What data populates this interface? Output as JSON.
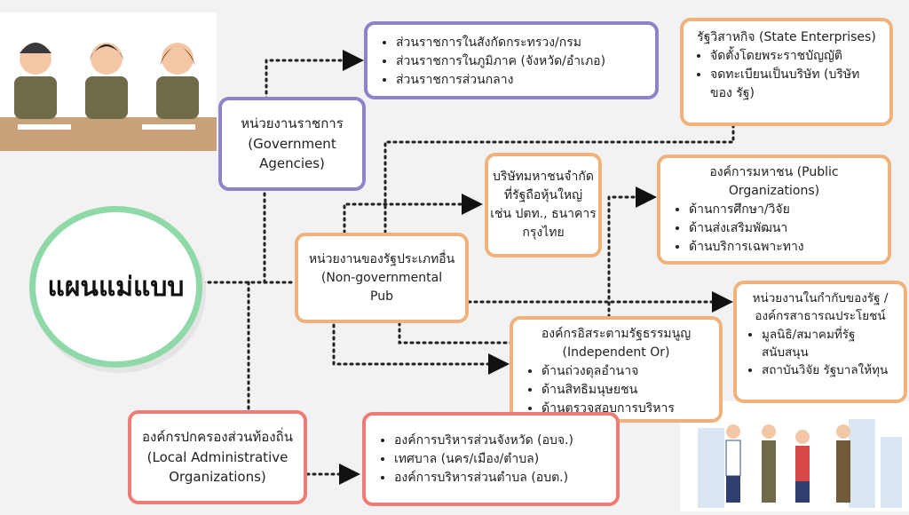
{
  "root": {
    "label": "แผนแม่แบบ"
  },
  "gov": {
    "title": [
      "หน่วยงานราชการ",
      "(Government",
      "Agencies)"
    ],
    "items": [
      "ส่วนราชการในสังกัดกระทรวง/กรม",
      "ส่วนราชการในภูมิภาค (จังหวัด/อำเภอ)",
      "ส่วนราชการส่วนกลาง"
    ]
  },
  "state_enterprises": {
    "title": "รัฐวิสาหกิจ (State Enterprises)",
    "items": [
      "จัดตั้งโดยพระราชบัญญัติ",
      "จดทะเบียนเป็นบริษัท (บริษัทของ รัฐ)"
    ]
  },
  "other": {
    "title": [
      "หน่วยงานของรัฐประเภทอื่น",
      "(Non-governmental",
      "Pub"
    ]
  },
  "public_company": {
    "lines": [
      "บริษัทมหาชนจำกัด",
      "ที่รัฐถือหุ้นใหญ่",
      "เช่น ปตท., ธนาคาร",
      "กรุงไทย"
    ]
  },
  "public_org": {
    "title": [
      "องค์การมหาชน (Public",
      "Organizations)"
    ],
    "items": [
      "ด้านการศึกษา/วิจัย",
      "ด้านส่งเสริมพัฒนา",
      "ด้านบริการเฉพาะทาง"
    ]
  },
  "independent": {
    "title": [
      "องค์กรอิสระตามรัฐธรรมนูญ",
      "(Independent Or)"
    ],
    "items": [
      "ด้านถ่วงดุลอำนาจ",
      "ด้านสิทธิมนุษยชน",
      "ด้านตรวจสอบการบริหาร"
    ]
  },
  "supervised": {
    "title": [
      "หน่วยงานในกำกับของรัฐ /",
      "องค์กรสาธารณประโยชน์"
    ],
    "items": [
      "มูลนิธิ/สมาคมที่รัฐ สนับสนุน",
      "สถาบันวิจัย รัฐบาลให้ทุน"
    ]
  },
  "local": {
    "title": [
      "องค์กรปกครองส่วนท้องถิ่น",
      "(Local Administrative",
      "Organizations)"
    ]
  },
  "local_items": {
    "items": [
      "องค์การบริหารส่วนจังหวัด (อบจ.)",
      "เทศบาล (นคร/เมือง/ตำบล)",
      "องค์การบริหารส่วนตำบล (อบต.)"
    ]
  },
  "colors": {
    "purple": "#8b85c8",
    "orange": "#f0b27a",
    "red": "#ef7b76",
    "green": "#8fd9a8"
  }
}
